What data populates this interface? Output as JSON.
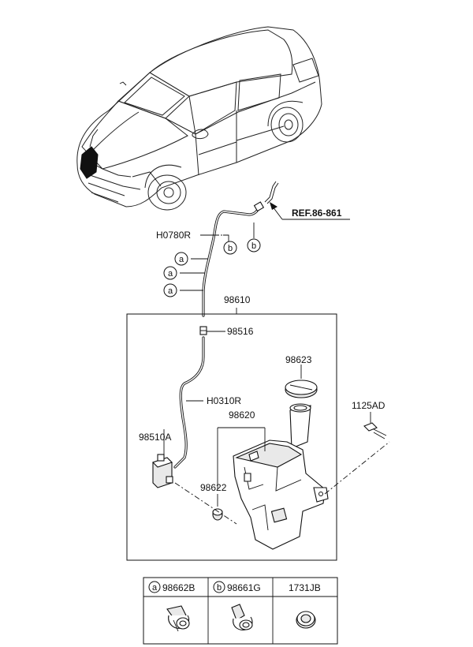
{
  "labels": {
    "ref": "REF.86-861",
    "h0780r": "H0780R",
    "p98610": "98610",
    "p98516": "98516",
    "p98623": "98623",
    "h0310r": "H0310R",
    "p1125ad": "1125AD",
    "p98620": "98620",
    "p98510a": "98510A",
    "p98622": "98622"
  },
  "callouts": {
    "a": "a",
    "b": "b"
  },
  "legend": {
    "cells": [
      {
        "letter": "a",
        "part": "98662B"
      },
      {
        "letter": "b",
        "part": "98661G"
      },
      {
        "letter": "",
        "part": "1731JB"
      }
    ]
  }
}
